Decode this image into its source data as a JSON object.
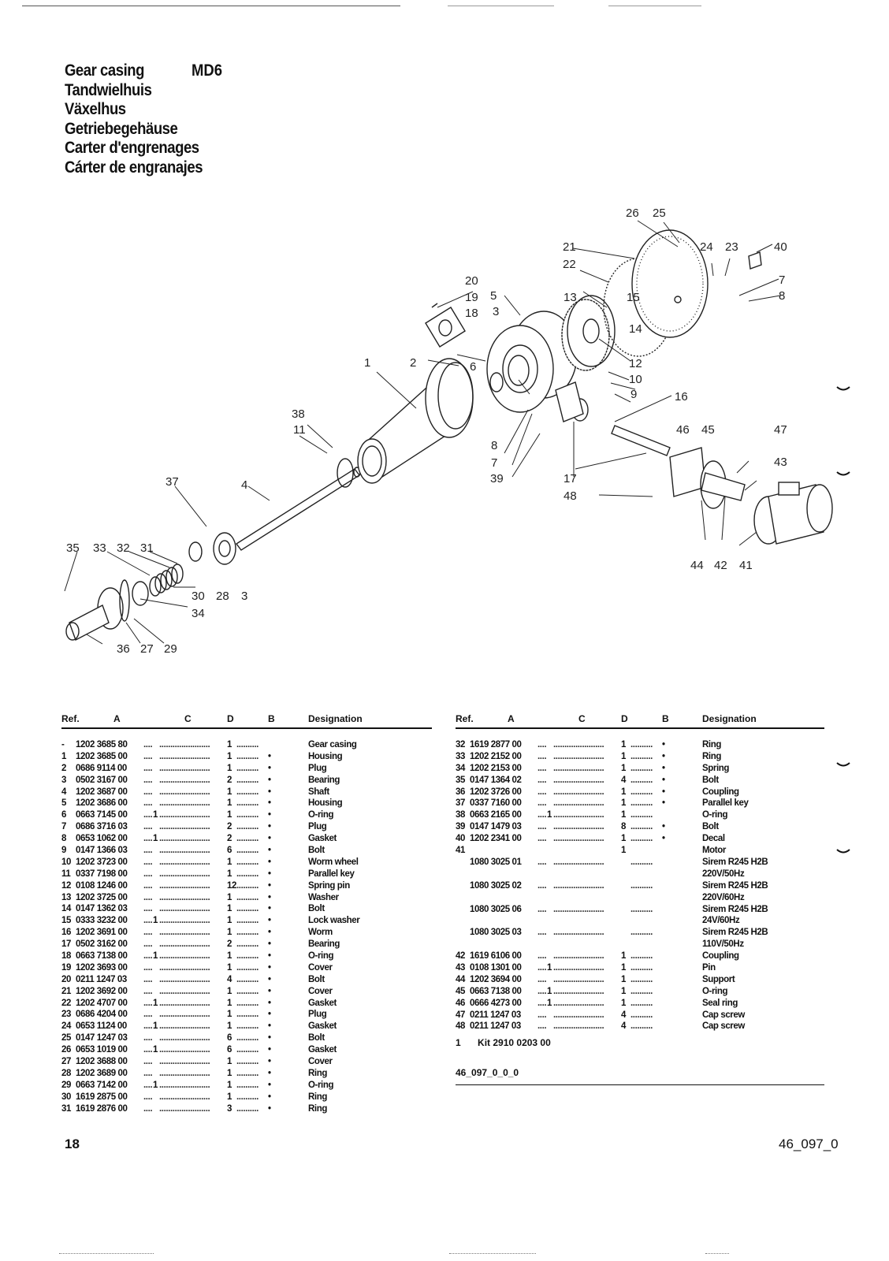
{
  "titles": [
    "Gear casing",
    "Tandwielhuis",
    "Växelhus",
    "Getriebegehäuse",
    "Carter d'engrenages",
    "Cárter de engranajes"
  ],
  "model": "MD6",
  "diagram_labels": {
    "l1": "1",
    "l2": "2",
    "l3a": "3",
    "l3b": "3",
    "l4": "4",
    "l5": "5",
    "l6": "6",
    "l7a": "7",
    "l7b": "7",
    "l8a": "8",
    "l8b": "8",
    "l9": "9",
    "l10": "10",
    "l11": "11",
    "l12": "12",
    "l13": "13",
    "l14": "14",
    "l15": "15",
    "l16": "16",
    "l17": "17",
    "l18": "18",
    "l19": "19",
    "l20": "20",
    "l21": "21",
    "l22": "22",
    "l23": "23",
    "l24": "24",
    "l25": "25",
    "l26": "26",
    "l27": "27",
    "l28": "28",
    "l29": "29",
    "l30": "30",
    "l31": "31",
    "l32": "32",
    "l33": "33",
    "l34": "34",
    "l35": "35",
    "l36": "36",
    "l37": "37",
    "l38": "38",
    "l39": "39",
    "l40": "40",
    "l41": "41",
    "l42": "42",
    "l43": "43",
    "l44": "44",
    "l45": "45",
    "l46": "46",
    "l47": "47",
    "l48": "48"
  },
  "table_headers": {
    "ref": "Ref.",
    "a": "A",
    "c": "C",
    "d": "D",
    "b": "B",
    "designation": "Designation"
  },
  "left_rows": [
    {
      "ref": "-",
      "a": "1202 3685 80",
      "c": "",
      "d": "1",
      "b": "",
      "des": "Gear casing"
    },
    {
      "ref": "1",
      "a": "1202 3685 00",
      "c": "",
      "d": "1",
      "b": "•",
      "des": "Housing"
    },
    {
      "ref": "2",
      "a": "0686 9114 00",
      "c": "",
      "d": "1",
      "b": "•",
      "des": "Plug"
    },
    {
      "ref": "3",
      "a": "0502 3167 00",
      "c": "",
      "d": "2",
      "b": "•",
      "des": "Bearing"
    },
    {
      "ref": "4",
      "a": "1202 3687 00",
      "c": "",
      "d": "1",
      "b": "•",
      "des": "Shaft"
    },
    {
      "ref": "5",
      "a": "1202 3686 00",
      "c": "",
      "d": "1",
      "b": "•",
      "des": "Housing"
    },
    {
      "ref": "6",
      "a": "0663 7145 00",
      "c": "1",
      "d": "1",
      "b": "•",
      "des": "O-ring"
    },
    {
      "ref": "7",
      "a": "0686 3716 03",
      "c": "",
      "d": "2",
      "b": "•",
      "des": "Plug"
    },
    {
      "ref": "8",
      "a": "0653 1062 00",
      "c": "1",
      "d": "2",
      "b": "•",
      "des": "Gasket"
    },
    {
      "ref": "9",
      "a": "0147 1366 03",
      "c": "",
      "d": "6",
      "b": "•",
      "des": "Bolt"
    },
    {
      "ref": "10",
      "a": "1202 3723 00",
      "c": "",
      "d": "1",
      "b": "•",
      "des": "Worm wheel"
    },
    {
      "ref": "11",
      "a": "0337 7198 00",
      "c": "",
      "d": "1",
      "b": "•",
      "des": "Parallel key"
    },
    {
      "ref": "12",
      "a": "0108 1246 00",
      "c": "",
      "d": "12",
      "b": "•",
      "des": "Spring pin"
    },
    {
      "ref": "13",
      "a": "1202 3725 00",
      "c": "",
      "d": "1",
      "b": "•",
      "des": "Washer"
    },
    {
      "ref": "14",
      "a": "0147 1362 03",
      "c": "",
      "d": "1",
      "b": "•",
      "des": "Bolt"
    },
    {
      "ref": "15",
      "a": "0333 3232 00",
      "c": "1",
      "d": "1",
      "b": "•",
      "des": "Lock washer"
    },
    {
      "ref": "16",
      "a": "1202 3691 00",
      "c": "",
      "d": "1",
      "b": "•",
      "des": "Worm"
    },
    {
      "ref": "17",
      "a": "0502 3162 00",
      "c": "",
      "d": "2",
      "b": "•",
      "des": "Bearing"
    },
    {
      "ref": "18",
      "a": "0663 7138 00",
      "c": "1",
      "d": "1",
      "b": "•",
      "des": "O-ring"
    },
    {
      "ref": "19",
      "a": "1202 3693 00",
      "c": "",
      "d": "1",
      "b": "•",
      "des": "Cover"
    },
    {
      "ref": "20",
      "a": "0211 1247 03",
      "c": "",
      "d": "4",
      "b": "•",
      "des": "Bolt"
    },
    {
      "ref": "21",
      "a": "1202 3692 00",
      "c": "",
      "d": "1",
      "b": "•",
      "des": "Cover"
    },
    {
      "ref": "22",
      "a": "1202 4707 00",
      "c": "1",
      "d": "1",
      "b": "•",
      "des": "Gasket"
    },
    {
      "ref": "23",
      "a": "0686 4204 00",
      "c": "",
      "d": "1",
      "b": "•",
      "des": "Plug"
    },
    {
      "ref": "24",
      "a": "0653 1124 00",
      "c": "1",
      "d": "1",
      "b": "•",
      "des": "Gasket"
    },
    {
      "ref": "25",
      "a": "0147 1247 03",
      "c": "",
      "d": "6",
      "b": "•",
      "des": "Bolt"
    },
    {
      "ref": "26",
      "a": "0653 1019 00",
      "c": "1",
      "d": "6",
      "b": "•",
      "des": "Gasket"
    },
    {
      "ref": "27",
      "a": "1202 3688 00",
      "c": "",
      "d": "1",
      "b": "•",
      "des": "Cover"
    },
    {
      "ref": "28",
      "a": "1202 3689 00",
      "c": "",
      "d": "1",
      "b": "•",
      "des": "Ring"
    },
    {
      "ref": "29",
      "a": "0663 7142 00",
      "c": "1",
      "d": "1",
      "b": "•",
      "des": "O-ring"
    },
    {
      "ref": "30",
      "a": "1619 2875 00",
      "c": "",
      "d": "1",
      "b": "•",
      "des": "Ring"
    },
    {
      "ref": "31",
      "a": "1619 2876 00",
      "c": "",
      "d": "3",
      "b": "•",
      "des": "Ring"
    }
  ],
  "right_rows": [
    {
      "ref": "32",
      "a": "1619 2877 00",
      "c": "",
      "d": "1",
      "b": "•",
      "des": "Ring",
      "des2": ""
    },
    {
      "ref": "33",
      "a": "1202 2152 00",
      "c": "",
      "d": "1",
      "b": "•",
      "des": "Ring",
      "des2": ""
    },
    {
      "ref": "34",
      "a": "1202 2153 00",
      "c": "",
      "d": "1",
      "b": "•",
      "des": "Spring",
      "des2": ""
    },
    {
      "ref": "35",
      "a": "0147 1364 02",
      "c": "",
      "d": "4",
      "b": "•",
      "des": "Bolt",
      "des2": ""
    },
    {
      "ref": "36",
      "a": "1202 3726 00",
      "c": "",
      "d": "1",
      "b": "•",
      "des": "Coupling",
      "des2": ""
    },
    {
      "ref": "37",
      "a": "0337 7160 00",
      "c": "",
      "d": "1",
      "b": "•",
      "des": "Parallel key",
      "des2": ""
    },
    {
      "ref": "38",
      "a": "0663 2165 00",
      "c": "1",
      "d": "1",
      "b": "",
      "des": "O-ring",
      "des2": ""
    },
    {
      "ref": "39",
      "a": "0147 1479 03",
      "c": "",
      "d": "8",
      "b": "•",
      "des": "Bolt",
      "des2": ""
    },
    {
      "ref": "40",
      "a": "1202 2341 00",
      "c": "",
      "d": "1",
      "b": "•",
      "des": "Decal",
      "des2": ""
    },
    {
      "ref": "41",
      "a": "",
      "c": "",
      "d": "1",
      "b": "",
      "des": "Motor",
      "des2": ""
    },
    {
      "ref": "",
      "a": "1080 3025 01",
      "c": "",
      "d": "",
      "b": "",
      "des": "Sirem R245 H2B",
      "des2": "220V/50Hz"
    },
    {
      "ref": "",
      "a": "1080 3025 02",
      "c": "",
      "d": "",
      "b": "",
      "des": "Sirem R245 H2B",
      "des2": "220V/60Hz"
    },
    {
      "ref": "",
      "a": "1080 3025 06",
      "c": "",
      "d": "",
      "b": "",
      "des": "Sirem R245 H2B",
      "des2": "24V/60Hz"
    },
    {
      "ref": "",
      "a": "1080 3025 03",
      "c": "",
      "d": "",
      "b": "",
      "des": "Sirem R245 H2B",
      "des2": "110V/50Hz"
    },
    {
      "ref": "42",
      "a": "1619 6106 00",
      "c": "",
      "d": "1",
      "b": "",
      "des": "Coupling",
      "des2": ""
    },
    {
      "ref": "43",
      "a": "0108 1301 00",
      "c": "1",
      "d": "1",
      "b": "",
      "des": "Pin",
      "des2": ""
    },
    {
      "ref": "44",
      "a": "1202 3694 00",
      "c": "",
      "d": "1",
      "b": "",
      "des": "Support",
      "des2": ""
    },
    {
      "ref": "45",
      "a": "0663 7138 00",
      "c": "1",
      "d": "1",
      "b": "",
      "des": "O-ring",
      "des2": ""
    },
    {
      "ref": "46",
      "a": "0666 4273 00",
      "c": "1",
      "d": "1",
      "b": "",
      "des": "Seal ring",
      "des2": ""
    },
    {
      "ref": "47",
      "a": "0211 1247 03",
      "c": "",
      "d": "4",
      "b": "",
      "des": "Cap screw",
      "des2": ""
    },
    {
      "ref": "48",
      "a": "0211 1247 03",
      "c": "",
      "d": "4",
      "b": "",
      "des": "Cap screw",
      "des2": ""
    }
  ],
  "kit": {
    "num": "1",
    "text": "Kit 2910 0203 00"
  },
  "drawing_code": "46_097_0_0_0",
  "page_number": "18",
  "doc_code": "46_097_0"
}
